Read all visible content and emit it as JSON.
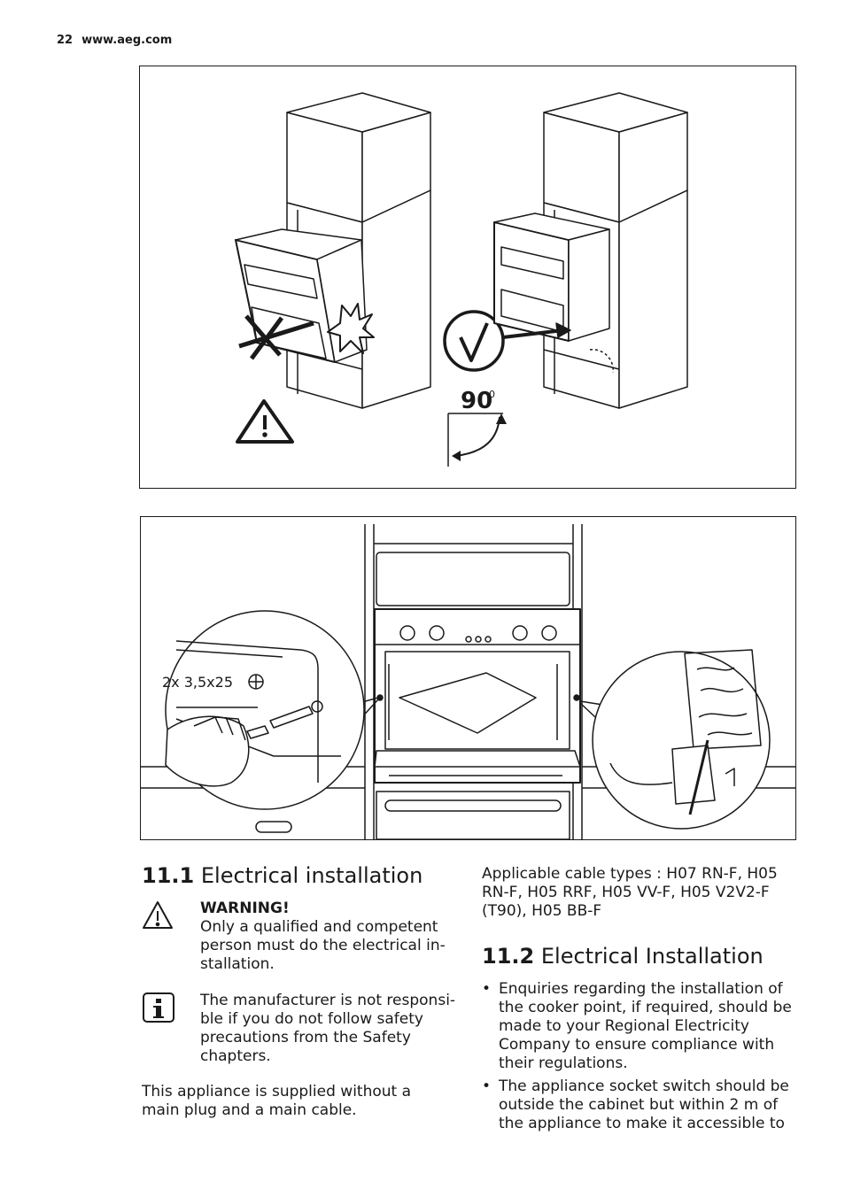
{
  "header": {
    "page_number": "22",
    "url": "www.aeg.com"
  },
  "figure1": {
    "angle_label": "90",
    "angle_sup": "0"
  },
  "figure2": {
    "screw_label": "2x 3,5x25"
  },
  "section1": {
    "number": "11.1",
    "title": "Electrical installation",
    "warning_title": "WARNING!",
    "warning_text": "Only a qualified and competent person must do the electrical in-stallation.",
    "info_text": "The manufacturer is not responsi-ble if you do not follow safety precautions from the Safety chapters.",
    "body_text": "This appliance is supplied without a main plug and a main cable."
  },
  "section_right": {
    "cable_text": "Applicable cable types : H07 RN-F, H05 RN-F, H05 RRF, H05 VV-F, H05 V2V2-F (T90), H05 BB-F"
  },
  "section2": {
    "number": "11.2",
    "title": "Electrical Installation",
    "bullets": [
      "Enquiries regarding the installation of the cooker point, if required, should be made to your Regional Electricity Company to ensure compliance with their regulations.",
      "The appliance socket switch should be outside the cabinet but within 2 m of the appliance to make it accessible to"
    ]
  }
}
